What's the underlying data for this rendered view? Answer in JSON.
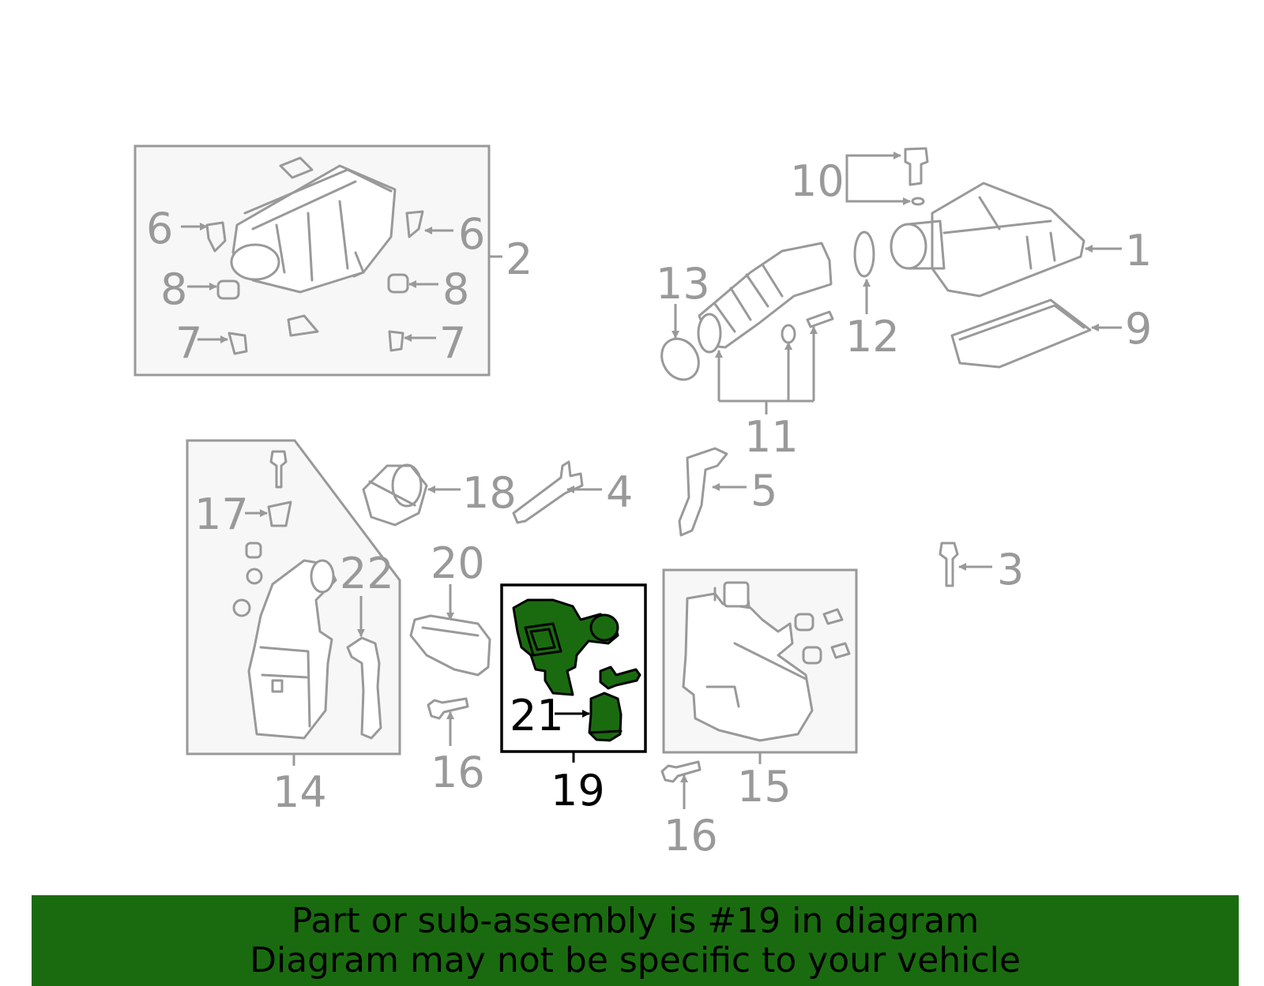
{
  "diagram": {
    "highlight_color": "#1a6b10",
    "label_color": "#999999",
    "highlight_label_color": "#000000",
    "callouts": {
      "c1": "1",
      "c2": "2",
      "c3": "3",
      "c4": "4",
      "c5": "5",
      "c6a": "6",
      "c6b": "6",
      "c7a": "7",
      "c7b": "7",
      "c8a": "8",
      "c8b": "8",
      "c9": "9",
      "c10": "10",
      "c11": "11",
      "c12": "12",
      "c13": "13",
      "c14": "14",
      "c15": "15",
      "c16a": "16",
      "c16b": "16",
      "c17": "17",
      "c18": "18",
      "c19": "19",
      "c20": "20",
      "c21": "21",
      "c22": "22"
    }
  },
  "banner": {
    "line1": "Part or sub-assembly is #19 in diagram",
    "line2": "Diagram may not be specific to your vehicle",
    "background": "#1a6b10"
  }
}
